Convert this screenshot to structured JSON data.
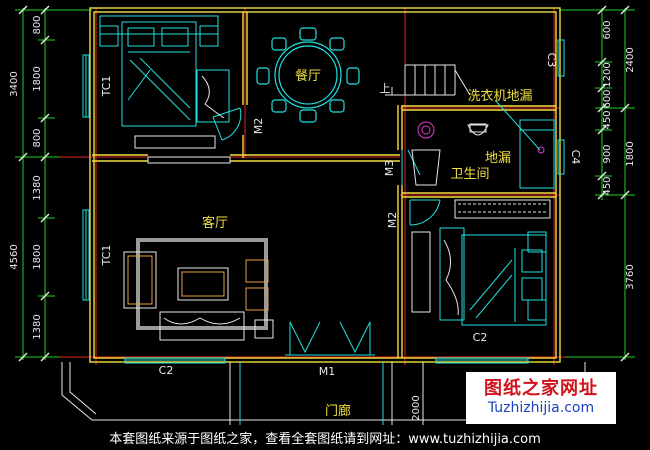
{
  "rooms": {
    "dining": "餐厅",
    "living": "客厅",
    "bathroom": "卫生间",
    "floor_drain": "地漏",
    "washer_drain": "洗衣机地漏",
    "porch": "门廊"
  },
  "labels": {
    "up": "上",
    "tc1_top": "TC1",
    "tc1_bottom": "TC1",
    "c3": "C3",
    "c4": "C4",
    "c2_left": "C2",
    "c2_right": "C2",
    "m1": "M1",
    "m2_top": "M2",
    "m2_mid": "M2",
    "m3": "M3"
  },
  "dims_left": {
    "outer_top": "3400",
    "outer_bottom": "4560",
    "s1": "800",
    "s2": "1800",
    "s3": "800",
    "s4": "1380",
    "s5": "1800",
    "s6": "1380"
  },
  "dims_right": {
    "outer_top": "2400",
    "outer_mid": "1800",
    "outer_bottom": "3760",
    "s1": "600",
    "s2": "1200",
    "s3": "600",
    "s4": "450",
    "s5": "900",
    "s6": "450"
  },
  "dims_bottom": {
    "porch_depth": "2000"
  },
  "watermark": {
    "title": "图纸之家网址",
    "url": "Tuzhizhijia.com"
  },
  "footer": "本套图纸来源于图纸之家，查看全套图纸请到网址：www.tuzhizhijia.com",
  "colors": {
    "background": "#000000",
    "wall_yellow": "#f0e040",
    "wall_red": "#e02020",
    "furniture_cyan": "#20e0e0",
    "dimension_green": "#20d020",
    "text_white": "#e8e8e8"
  }
}
